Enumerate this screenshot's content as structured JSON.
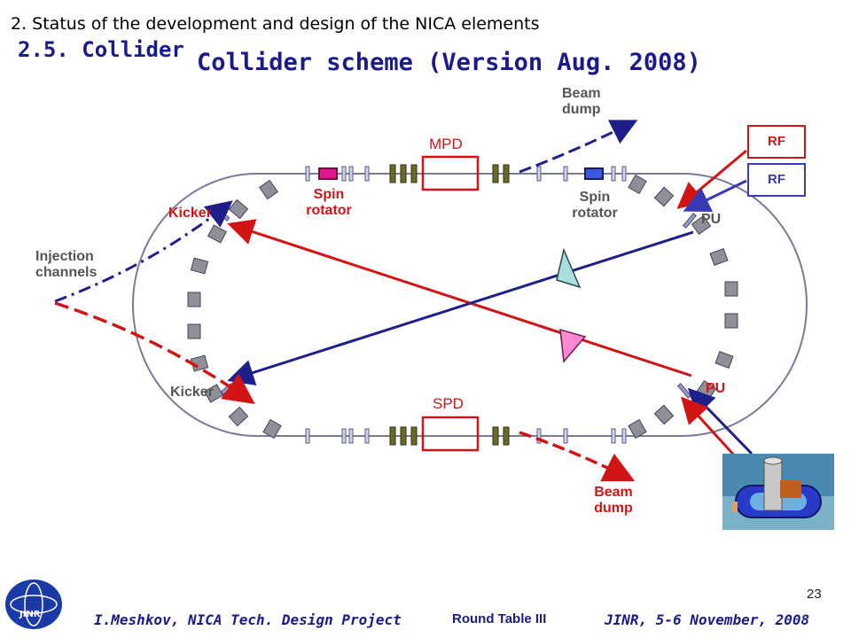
{
  "header": {
    "section": "2. Status of the development and design of the NICA elements",
    "subsection": "2.5. Collider",
    "title": "Collider scheme (Version Aug. 2008)"
  },
  "labels": {
    "mpd": "MPD",
    "spd": "SPD",
    "spin_rotator_left_1": "Spin",
    "spin_rotator_left_2": "rotator",
    "spin_rotator_right_1": "Spin",
    "spin_rotator_right_2": "rotator",
    "kicker_top": "Kicker",
    "kicker_bottom": "Kicker",
    "injection_1": "Injection",
    "injection_2": "channels",
    "beam_dump_top_1": "Beam",
    "beam_dump_top_2": "dump",
    "beam_dump_bottom_1": "Beam",
    "beam_dump_bottom_2": "dump",
    "pu_top": "PU",
    "pu_bottom": "PU",
    "rf_red": "RF",
    "rf_blue": "RF"
  },
  "footer": {
    "author": "I.Meshkov, NICA Tech. Design Project",
    "event": "Round Table III",
    "place": "JINR, 5-6 November, 2008",
    "page": "23",
    "logo_text": "JINR"
  },
  "colors": {
    "red": "#d21414",
    "navy": "#1f1f8c",
    "blue_beam": "#3a3ab8",
    "magnet_gray": "#8f8f9a",
    "olive": "#6a6a2a",
    "pink": "#ff88d0",
    "cyan": "#a8dede"
  }
}
